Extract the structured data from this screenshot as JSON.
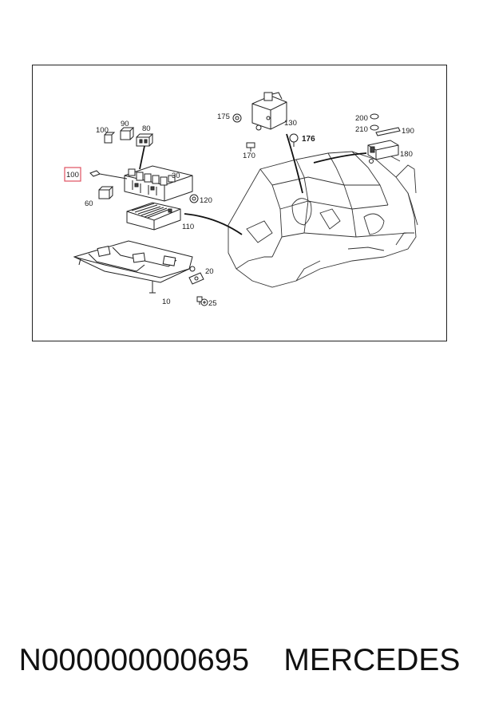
{
  "diagram": {
    "callouts": {
      "c10": "10",
      "c20": "20",
      "c25": "25",
      "c30": "30",
      "c60": "60",
      "c80": "80",
      "c90": "90",
      "c100": "100",
      "c100_highlighted": "100",
      "c110": "110",
      "c120": "120",
      "c130": "130",
      "c170": "170",
      "c175": "175",
      "c176": "176",
      "c180": "180",
      "c190": "190",
      "c200": "200",
      "c210": "210"
    },
    "highlight_color": "#e05060"
  },
  "footer": {
    "part_number": "N000000000695",
    "brand": "MERCEDES"
  }
}
